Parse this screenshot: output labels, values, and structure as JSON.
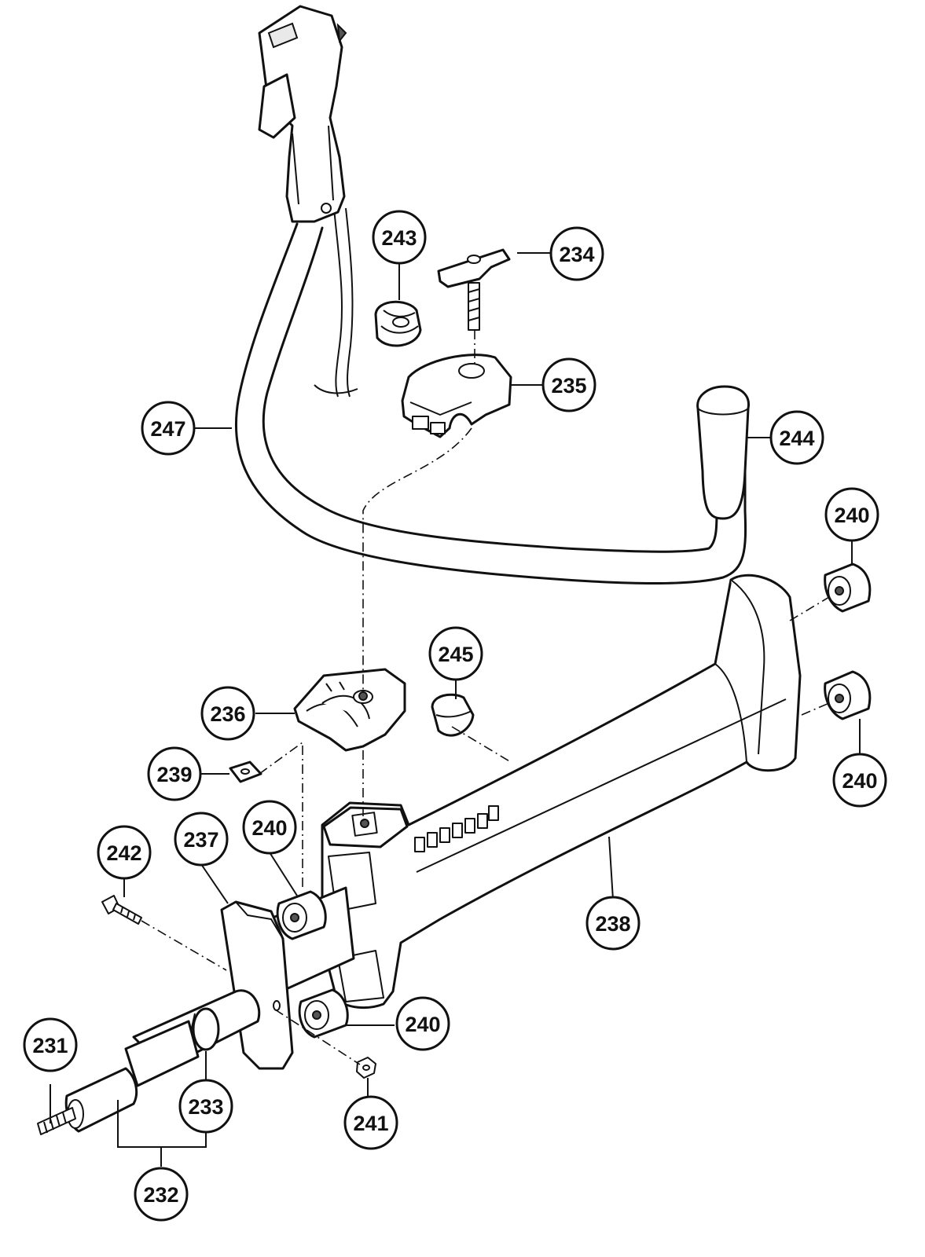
{
  "callouts": [
    {
      "id": "231",
      "label": "231"
    },
    {
      "id": "232",
      "label": "232"
    },
    {
      "id": "233",
      "label": "233"
    },
    {
      "id": "234",
      "label": "234"
    },
    {
      "id": "235",
      "label": "235"
    },
    {
      "id": "236",
      "label": "236"
    },
    {
      "id": "237",
      "label": "237"
    },
    {
      "id": "238",
      "label": "238"
    },
    {
      "id": "239",
      "label": "239"
    },
    {
      "id": "240a",
      "label": "240"
    },
    {
      "id": "240b",
      "label": "240"
    },
    {
      "id": "240c",
      "label": "240"
    },
    {
      "id": "240d",
      "label": "240"
    },
    {
      "id": "241",
      "label": "241"
    },
    {
      "id": "242",
      "label": "242"
    },
    {
      "id": "243",
      "label": "243"
    },
    {
      "id": "244",
      "label": "244"
    },
    {
      "id": "245",
      "label": "245"
    },
    {
      "id": "247",
      "label": "247"
    }
  ]
}
